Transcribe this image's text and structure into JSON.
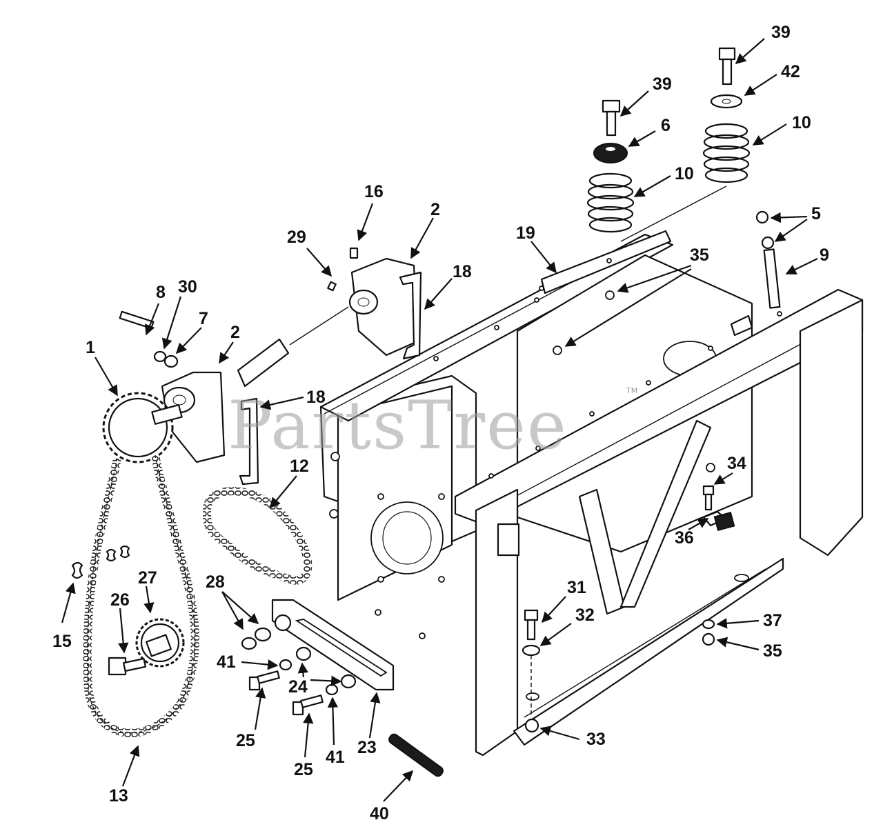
{
  "watermark": {
    "text": "PartsTree",
    "trademark": "TM"
  },
  "callouts": [
    {
      "id": "c-39a",
      "label": "39"
    },
    {
      "id": "c-42",
      "label": "42"
    },
    {
      "id": "c-39b",
      "label": "39"
    },
    {
      "id": "c-6",
      "label": "6"
    },
    {
      "id": "c-10a",
      "label": "10"
    },
    {
      "id": "c-10b",
      "label": "10"
    },
    {
      "id": "c-16",
      "label": "16"
    },
    {
      "id": "c-2a",
      "label": "2"
    },
    {
      "id": "c-29",
      "label": "29"
    },
    {
      "id": "c-18a",
      "label": "18"
    },
    {
      "id": "c-19",
      "label": "19"
    },
    {
      "id": "c-5",
      "label": "5"
    },
    {
      "id": "c-35a",
      "label": "35"
    },
    {
      "id": "c-9",
      "label": "9"
    },
    {
      "id": "c-8",
      "label": "8"
    },
    {
      "id": "c-30",
      "label": "30"
    },
    {
      "id": "c-7",
      "label": "7"
    },
    {
      "id": "c-2b",
      "label": "2"
    },
    {
      "id": "c-1",
      "label": "1"
    },
    {
      "id": "c-18b",
      "label": "18"
    },
    {
      "id": "c-12",
      "label": "12"
    },
    {
      "id": "c-34",
      "label": "34"
    },
    {
      "id": "c-36",
      "label": "36"
    },
    {
      "id": "c-28",
      "label": "28"
    },
    {
      "id": "c-27",
      "label": "27"
    },
    {
      "id": "c-26",
      "label": "26"
    },
    {
      "id": "c-15",
      "label": "15"
    },
    {
      "id": "c-31",
      "label": "31"
    },
    {
      "id": "c-32",
      "label": "32"
    },
    {
      "id": "c-37",
      "label": "37"
    },
    {
      "id": "c-35b",
      "label": "35"
    },
    {
      "id": "c-41a",
      "label": "41"
    },
    {
      "id": "c-24",
      "label": "24"
    },
    {
      "id": "c-25a",
      "label": "25"
    },
    {
      "id": "c-25b",
      "label": "25"
    },
    {
      "id": "c-41b",
      "label": "41"
    },
    {
      "id": "c-23",
      "label": "23"
    },
    {
      "id": "c-33",
      "label": "33"
    },
    {
      "id": "c-13",
      "label": "13"
    },
    {
      "id": "c-40",
      "label": "40"
    }
  ]
}
